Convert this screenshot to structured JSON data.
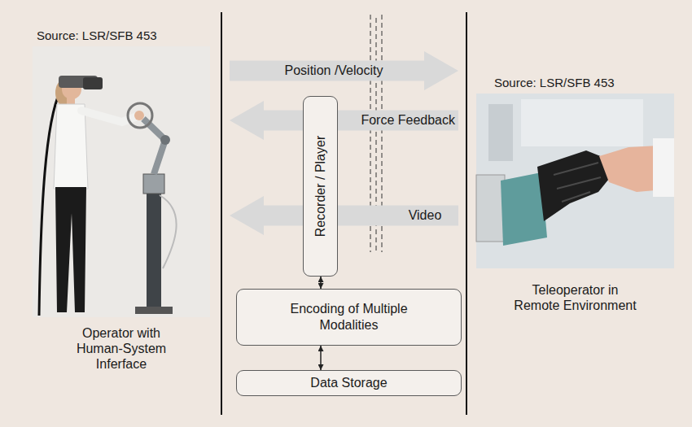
{
  "diagram": {
    "nodes": [
      {
        "text": [
          "Source: LSR/SFB 453",
          "Operator with Human-System Inferface"
        ]
      },
      {
        "text": [
          "Recorder / Player"
        ]
      },
      {
        "text": [
          "Encoding of Multiple Modalities"
        ]
      },
      {
        "text": [
          "Data Storage"
        ]
      },
      {
        "text": [
          "Source: LSR/SFB 453",
          "Teleoperator in Remote Environment"
        ]
      }
    ],
    "edges": [
      {
        "from": 0,
        "to": 4,
        "label": "Position /Velocity",
        "arrow": "to"
      },
      {
        "from": 4,
        "to": 0,
        "label": "Force Feedback",
        "arrow": "to"
      },
      {
        "from": 4,
        "to": 0,
        "label": "Video",
        "arrow": "to"
      },
      {
        "from": 1,
        "to": 2,
        "arrow": "both"
      },
      {
        "from": 2,
        "to": 3,
        "arrow": "both"
      }
    ]
  }
}
